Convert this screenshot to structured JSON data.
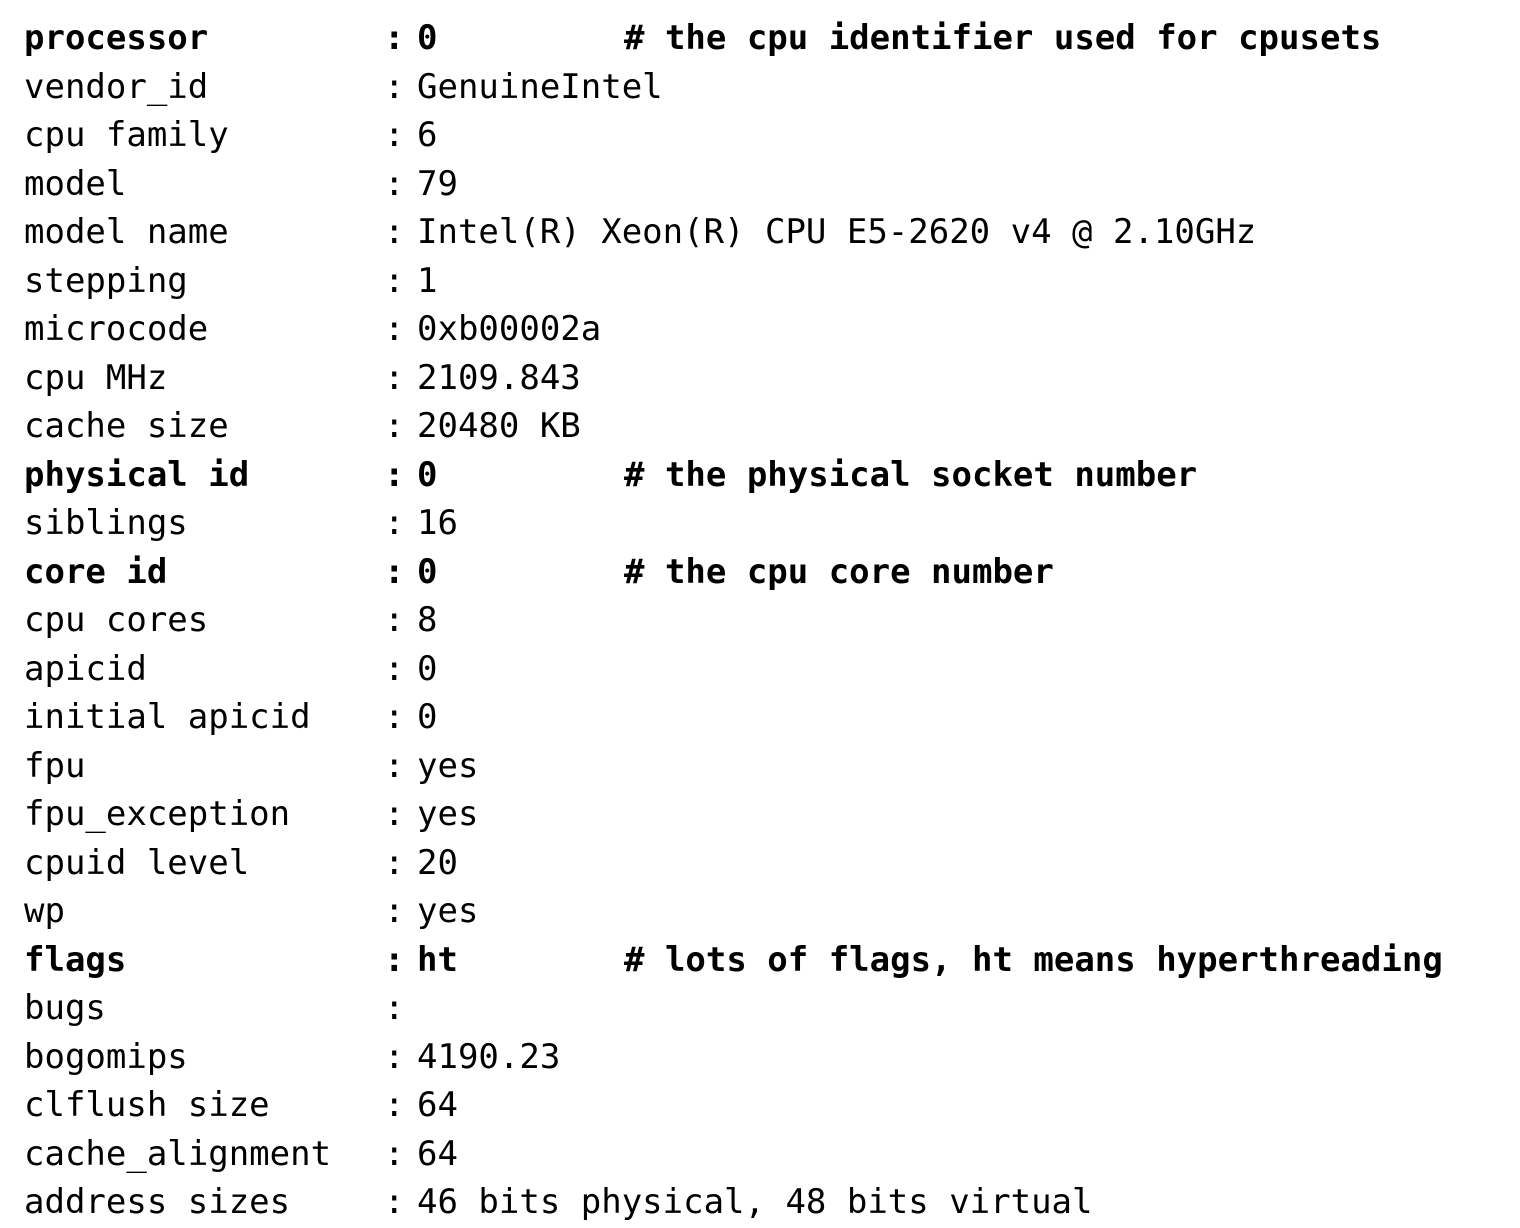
{
  "document": {
    "kind": "proc-cpuinfo-listing",
    "separator": ":",
    "background_color": "#ffffff",
    "text_color": "#000000",
    "rows": [
      {
        "key": "processor",
        "value": "0",
        "comment": "# the cpu identifier used for cpusets",
        "bold": true
      },
      {
        "key": "vendor_id",
        "value": "GenuineIntel",
        "comment": "",
        "bold": false
      },
      {
        "key": "cpu family",
        "value": "6",
        "comment": "",
        "bold": false
      },
      {
        "key": "model",
        "value": "79",
        "comment": "",
        "bold": false
      },
      {
        "key": "model name",
        "value": "Intel(R) Xeon(R) CPU E5-2620 v4 @ 2.10GHz",
        "comment": "",
        "bold": false
      },
      {
        "key": "stepping",
        "value": "1",
        "comment": "",
        "bold": false
      },
      {
        "key": "microcode",
        "value": "0xb00002a",
        "comment": "",
        "bold": false
      },
      {
        "key": "cpu MHz",
        "value": "2109.843",
        "comment": "",
        "bold": false
      },
      {
        "key": "cache size",
        "value": "20480 KB",
        "comment": "",
        "bold": false
      },
      {
        "key": "physical id",
        "value": "0",
        "comment": "# the physical socket number",
        "bold": true
      },
      {
        "key": "siblings",
        "value": "16",
        "comment": "",
        "bold": false
      },
      {
        "key": "core id",
        "value": "0",
        "comment": "# the cpu core number",
        "bold": true
      },
      {
        "key": "cpu cores",
        "value": "8",
        "comment": "",
        "bold": false
      },
      {
        "key": "apicid",
        "value": "0",
        "comment": "",
        "bold": false
      },
      {
        "key": "initial apicid",
        "value": "0",
        "comment": "",
        "bold": false
      },
      {
        "key": "fpu",
        "value": "yes",
        "comment": "",
        "bold": false
      },
      {
        "key": "fpu_exception",
        "value": "yes",
        "comment": "",
        "bold": false
      },
      {
        "key": "cpuid level",
        "value": "20",
        "comment": "",
        "bold": false
      },
      {
        "key": "wp",
        "value": "yes",
        "comment": "",
        "bold": false
      },
      {
        "key": "flags",
        "value": "ht",
        "comment": "# lots of flags, ht means hyperthreading",
        "bold": true
      },
      {
        "key": "bugs",
        "value": "",
        "comment": "",
        "bold": false
      },
      {
        "key": "bogomips",
        "value": "4190.23",
        "comment": "",
        "bold": false
      },
      {
        "key": "clflush size",
        "value": "64",
        "comment": "",
        "bold": false
      },
      {
        "key": "cache_alignment",
        "value": "64",
        "comment": "",
        "bold": false
      },
      {
        "key": "address sizes",
        "value": "46 bits physical, 48 bits virtual",
        "comment": "",
        "bold": false
      }
    ]
  }
}
